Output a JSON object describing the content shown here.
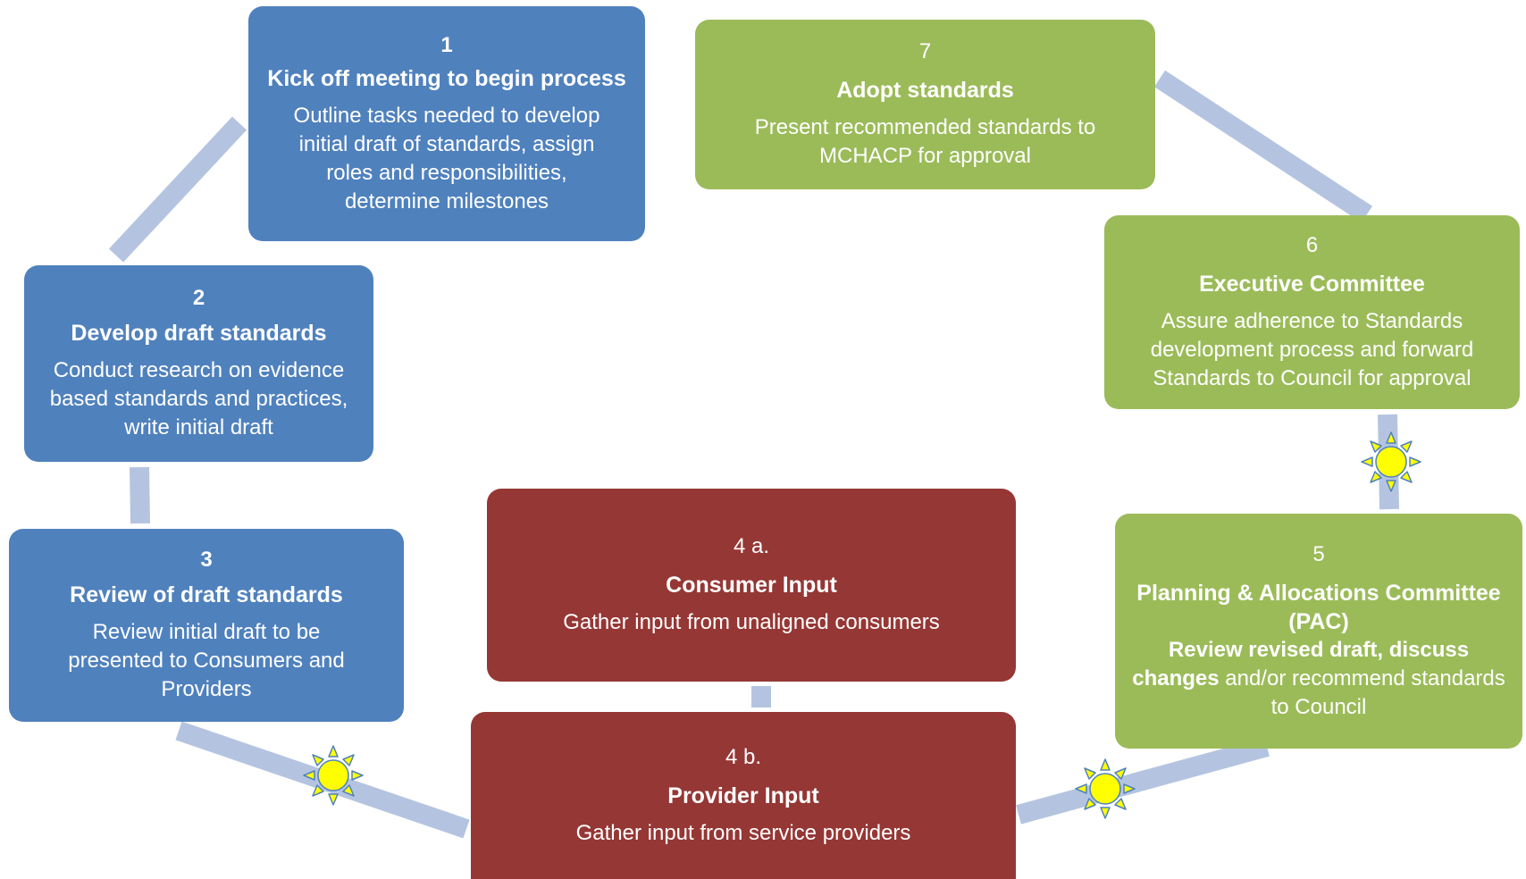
{
  "steps": [
    {
      "number": "1",
      "title": "Kick off meeting to begin process",
      "description": "Outline tasks needed to develop initial draft of standards, assign roles and responsibilities, determine milestones"
    },
    {
      "number": "2",
      "title": "Develop draft standards",
      "description": "Conduct research on evidence based standards and practices, write initial draft"
    },
    {
      "number": "3",
      "title": "Review of draft standards",
      "description": "Review initial draft to be presented to Consumers and Providers"
    },
    {
      "number": "4 a.",
      "title": "Consumer Input",
      "description": "Gather input from unaligned consumers"
    },
    {
      "number": "4 b.",
      "title": "Provider Input",
      "description": "Gather input from service providers"
    },
    {
      "number": "5",
      "title": "Planning & Allocations Committee (PAC)",
      "description_bold": "Review revised draft, discuss changes",
      "description_rest": " and/or  recommend standards to Council"
    },
    {
      "number": "6",
      "title": "Executive Committee",
      "description": "Assure adherence to Standards development process and forward Standards to Council for approval"
    },
    {
      "number": "7",
      "title": "Adopt standards",
      "description": "Present recommended standards to MCHACP for approval"
    }
  ],
  "colors": {
    "blue": "#4f81bd",
    "green": "#9bbb59",
    "red": "#953735",
    "connector": "#b4c4e0",
    "sun_fill": "#ffff00",
    "sun_stroke": "#4f81bd"
  },
  "icons": [
    "sun-icon"
  ]
}
